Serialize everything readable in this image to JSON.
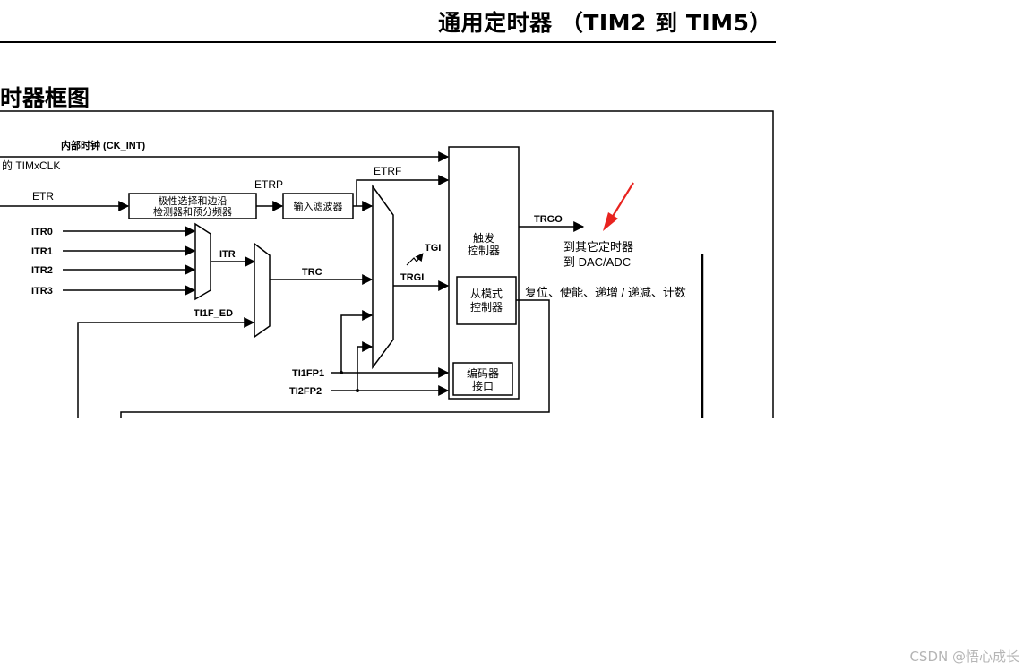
{
  "header": {
    "title": "通用定时器 （TIM2 到 TIM5）"
  },
  "section": {
    "title": "时器框图"
  },
  "diagram": {
    "labels": {
      "ck_int": "内部时钟 (CK_INT)",
      "timxclk": "的 TIMxCLK",
      "etr": "ETR",
      "etrp": "ETRP",
      "etrf": "ETRF",
      "itr0": "ITR0",
      "itr1": "ITR1",
      "itr2": "ITR2",
      "itr3": "ITR3",
      "itr": "ITR",
      "trc": "TRC",
      "tgi": "TGI",
      "trgi": "TRGI",
      "trgo": "TRGO",
      "ti1f_ed": "TI1F_ED",
      "ti1fp1": "TI1FP1",
      "ti2fp2": "TI2FP2",
      "other_timers": "到其它定时器",
      "dac_adc": "到 DAC/ADC",
      "reset_enable": "复位、使能、递增 / 递减、计数"
    },
    "blocks": {
      "edge_detector_line1": "极性选择和边沿",
      "edge_detector_line2": "检测器和预分频器",
      "input_filter": "输入滤波器",
      "trigger_controller_line1": "触发",
      "trigger_controller_line2": "控制器",
      "slave_controller_line1": "从模式",
      "slave_controller_line2": "控制器",
      "encoder_line1": "编码器",
      "encoder_line2": "接口"
    },
    "annotation_color": "#e8231f"
  },
  "watermark": {
    "text": "CSDN @悟心成长"
  }
}
